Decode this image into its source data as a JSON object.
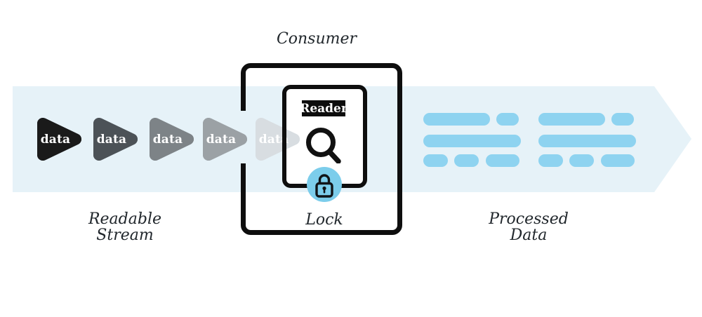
{
  "labels": {
    "consumer": "Consumer",
    "lock": "Lock",
    "reader": "Reader",
    "readable_stream": [
      "Readable",
      "Stream"
    ],
    "processed_data": [
      "Processed",
      "Data"
    ]
  },
  "packets": [
    {
      "label": "data",
      "color": "#1a1a1a"
    },
    {
      "label": "data",
      "color": "#4c5257"
    },
    {
      "label": "data",
      "color": "#7d8387"
    },
    {
      "label": "data",
      "color": "#9ba1a5"
    },
    {
      "label": "data",
      "color": "#d8dde1"
    }
  ],
  "colors": {
    "stream_band": "#e6f2f8",
    "processed_bar": "#8ed3f0",
    "lock_badge": "#7ccdeb",
    "outline": "#0e0e0e",
    "label_text": "#21272c",
    "packet_label_text": "#ffffff"
  }
}
